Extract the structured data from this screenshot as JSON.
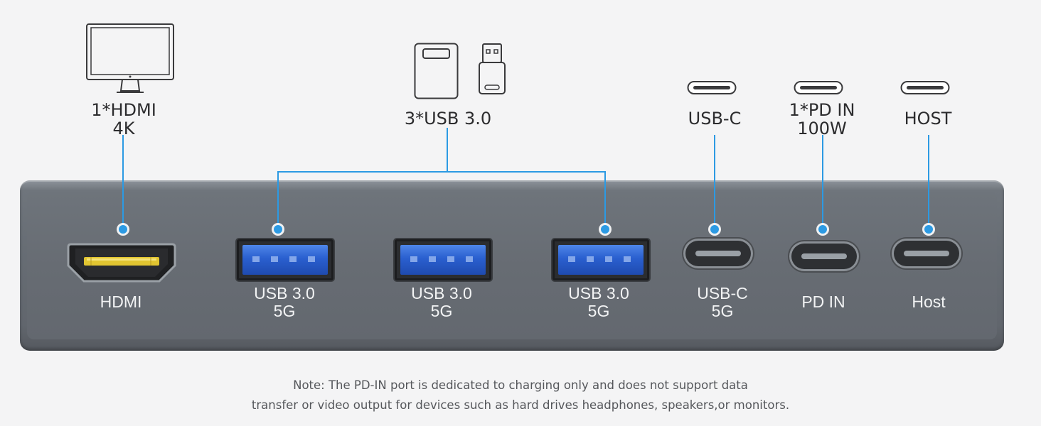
{
  "top_labels": {
    "hdmi_line1": "1*HDMI",
    "hdmi_line2": "4K",
    "usb3": "3*USB 3.0",
    "usbc": "USB-C",
    "pd_line1": "1*PD IN",
    "pd_line2": "100W",
    "host": "HOST"
  },
  "ports": [
    {
      "label_line1": "HDMI",
      "label_line2": ""
    },
    {
      "label_line1": "USB 3.0",
      "label_line2": "5G"
    },
    {
      "label_line1": "USB 3.0",
      "label_line2": "5G"
    },
    {
      "label_line1": "USB 3.0",
      "label_line2": "5G"
    },
    {
      "label_line1": "USB-C",
      "label_line2": "5G"
    },
    {
      "label_line1": "PD IN",
      "label_line2": ""
    },
    {
      "label_line1": "Host",
      "label_line2": ""
    }
  ],
  "note": {
    "line1": "Note: The PD-IN port is dedicated to charging only and does not support data",
    "line2": "transfer or video output for devices such as hard drives headphones, speakers,or monitors."
  },
  "colors": {
    "accent": "#2c9ae3",
    "hub_body": "#676d74",
    "usb3_blue": "#2a5fcf",
    "hdmi_gold": "#e1c531",
    "background": "#f4f4f5"
  },
  "icons": [
    "monitor-icon",
    "usb-flash-drive-icon",
    "usb-stick-icon",
    "usb-c-connector-icon"
  ]
}
